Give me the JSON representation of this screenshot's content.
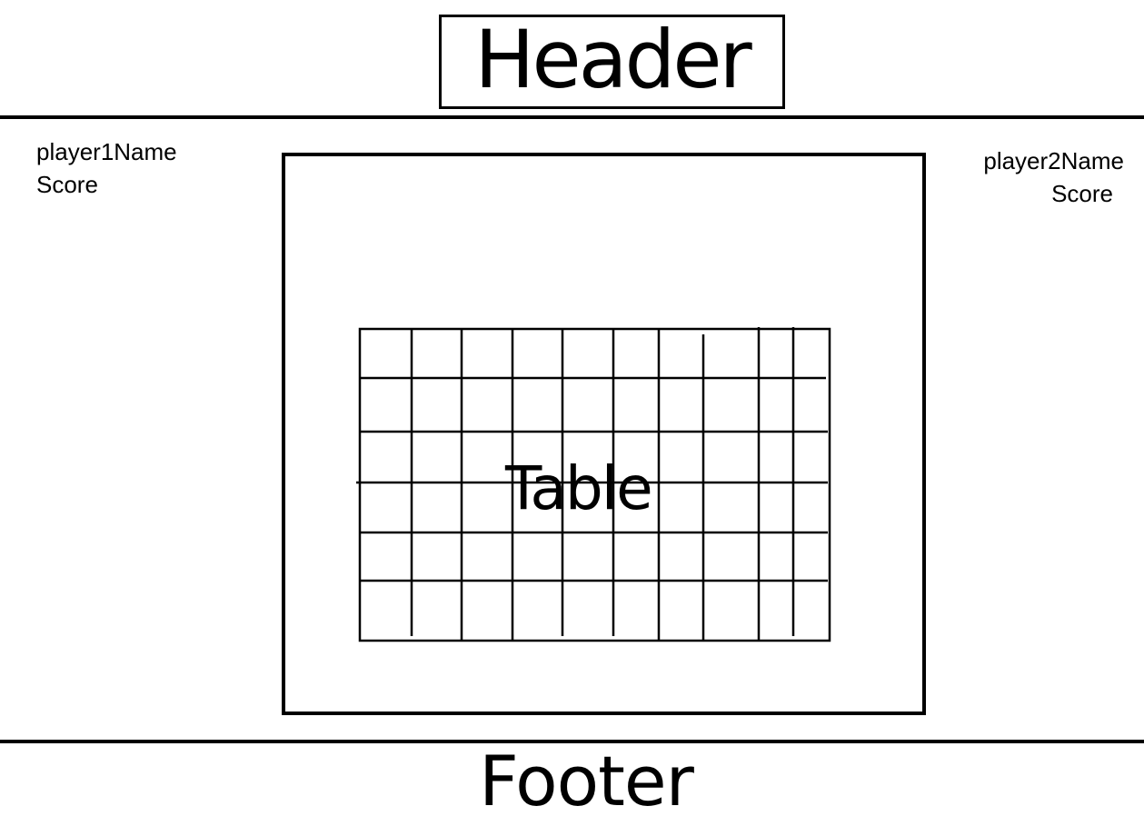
{
  "header": {
    "title": "Header"
  },
  "player1": {
    "name": "player1Name",
    "score_label": "Score"
  },
  "player2": {
    "name": "player2Name",
    "score_label": "Score"
  },
  "table": {
    "label": "Table",
    "rows": 6,
    "columns": 10
  },
  "footer": {
    "title": "Footer"
  }
}
